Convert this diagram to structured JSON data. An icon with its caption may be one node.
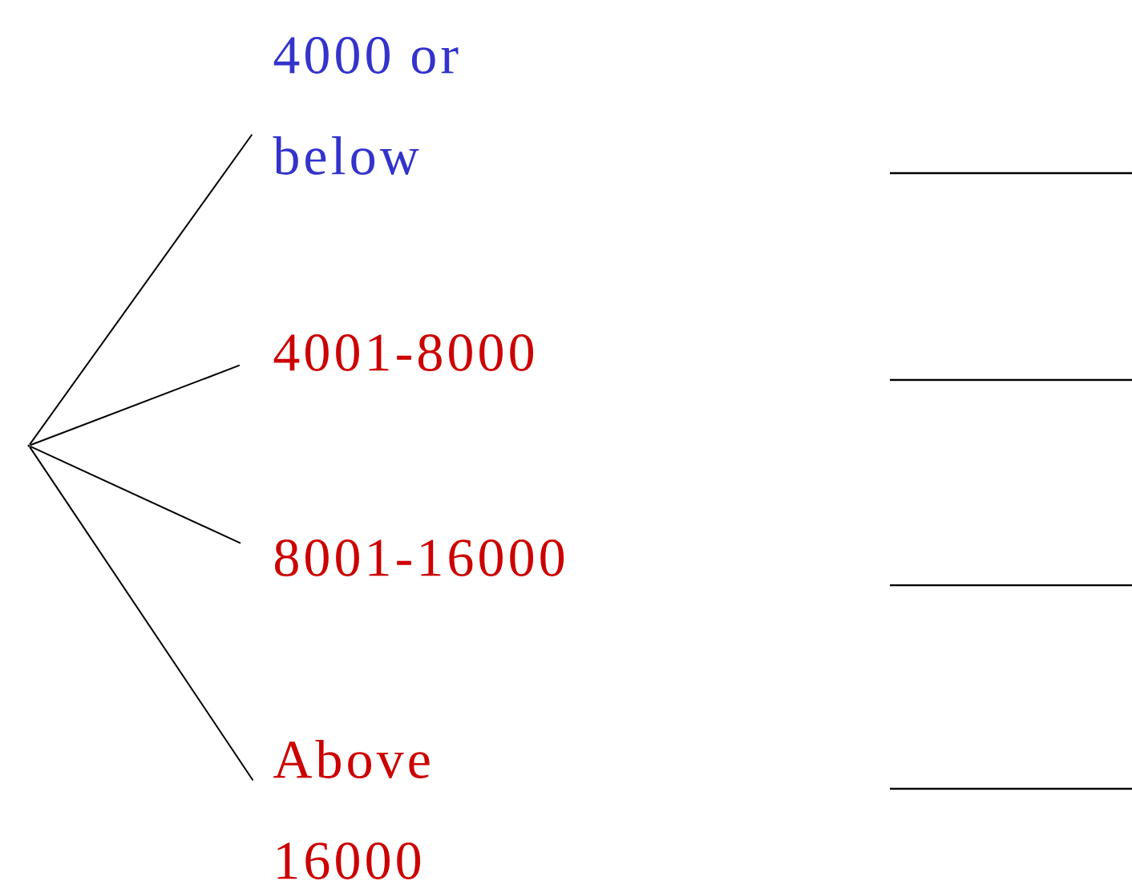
{
  "diagram": {
    "nodes": [
      {
        "text": [],
        "shape": "point"
      },
      {
        "text": [
          "4000 or below"
        ]
      },
      {
        "text": [
          "4001-8000"
        ]
      },
      {
        "text": [
          "8001-16000"
        ]
      },
      {
        "text": [
          "Above 16000"
        ]
      }
    ],
    "edges": [
      {
        "from": 0,
        "to": 1,
        "arrow": "none"
      },
      {
        "from": 0,
        "to": 2,
        "arrow": "none"
      },
      {
        "from": 0,
        "to": 3,
        "arrow": "none"
      },
      {
        "from": 0,
        "to": 4,
        "arrow": "none"
      }
    ]
  }
}
